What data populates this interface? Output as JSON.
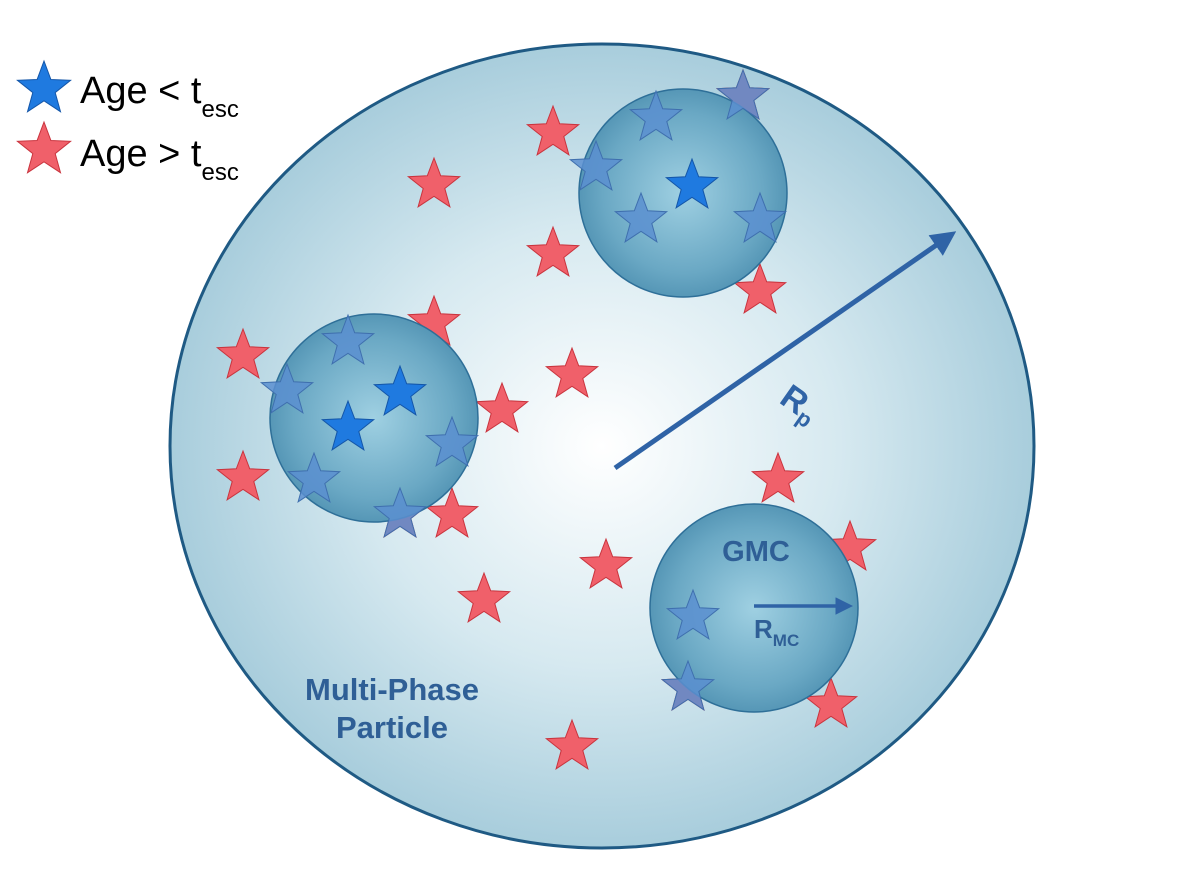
{
  "legend": {
    "young": {
      "text": "Age < t",
      "sub": "esc",
      "color": "#1f7ae0"
    },
    "old": {
      "text": "Age > t",
      "sub": "esc",
      "color": "#f0606a"
    }
  },
  "labels": {
    "particle_line1": "Multi-Phase",
    "particle_line2": "Particle",
    "gmc": "GMC",
    "rp_main": "R",
    "rp_sub": "p",
    "rmc_main": "R",
    "rmc_sub": "MC"
  },
  "colors": {
    "particle_fill": "#b8d8e4",
    "particle_edge": "#1f5a84",
    "cloud_fill": "#6aa8c4",
    "arrow": "#2f63a6",
    "label": "#2f5f96",
    "young_star": "#1f7ae0",
    "old_star": "#f0606a",
    "embedded_star": "#5a8fd0"
  },
  "icons": [
    "blue-star-icon",
    "red-star-icon"
  ]
}
